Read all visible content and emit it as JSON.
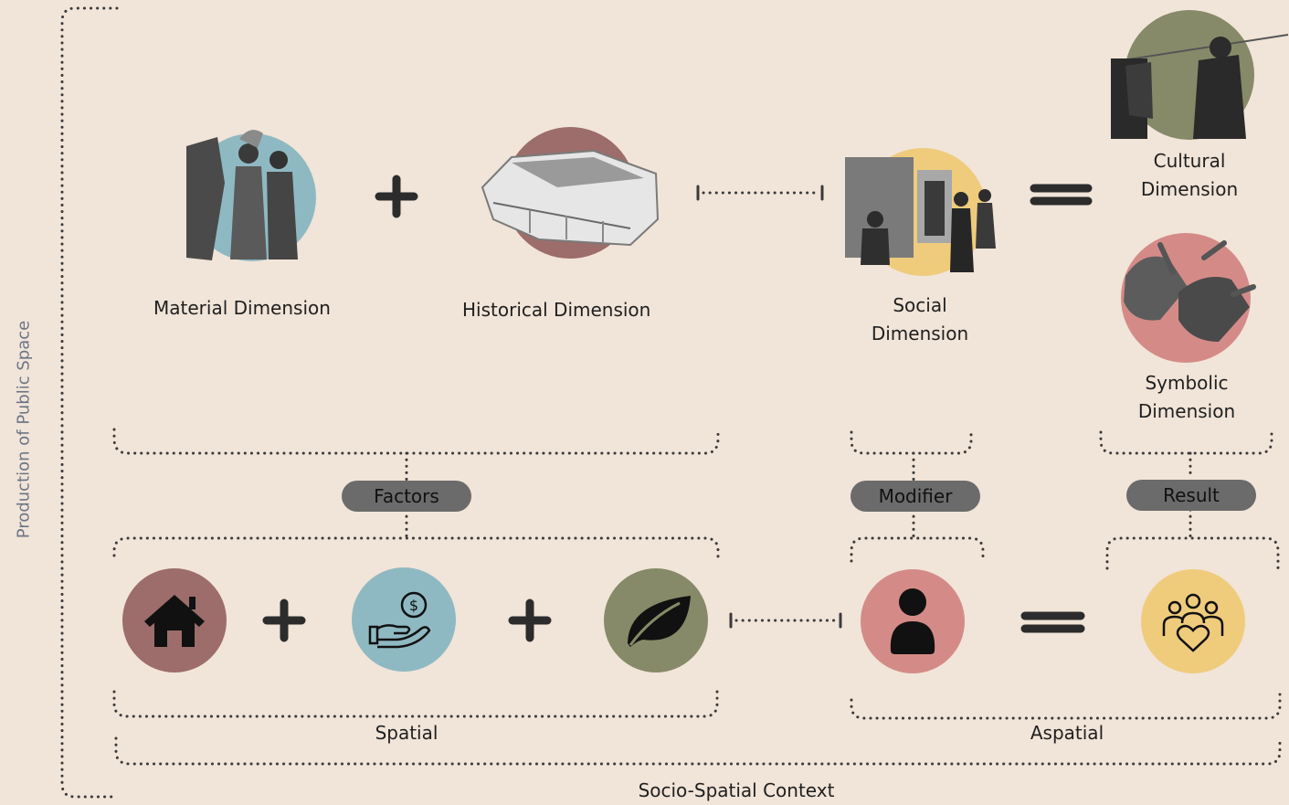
{
  "side_title": "Production of Public Space",
  "dimensions": {
    "material": "Material Dimension",
    "historical": "Historical Dimension",
    "social_line1": "Social",
    "social_line2": "Dimension",
    "cultural_line1": "Cultural",
    "cultural_line2": "Dimension",
    "symbolic_line1": "Symbolic",
    "symbolic_line2": "Dimension"
  },
  "pills": {
    "factors": "Factors",
    "modifier": "Modifier",
    "result": "Result"
  },
  "bottom": {
    "spatial": "Spatial",
    "aspatial": "Aspatial",
    "context": "Socio-Spatial Context"
  },
  "icons": {
    "house": "house-icon",
    "money_hand": "money-hand-icon",
    "leaf": "leaf-icon",
    "person": "person-icon",
    "community": "community-heart-icon"
  },
  "colors": {
    "background": "#f1e4d8",
    "teal": "#8fb9c2",
    "mauve": "#9c6d6a",
    "olive": "#878a68",
    "yellow": "#efcb7c",
    "pink": "#d48b87",
    "pill": "#6b6b6b",
    "dark": "#2c2c2c"
  }
}
